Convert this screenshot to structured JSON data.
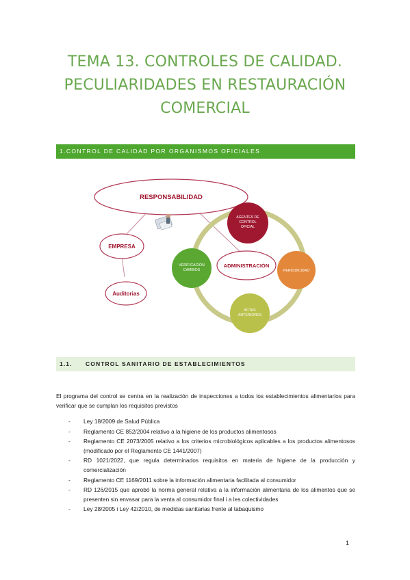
{
  "title": {
    "line1": "TEMA 13. CONTROLES DE CALIDAD.",
    "line2": "PECULIARIDADES EN RESTAURACIÓN",
    "line3": "COMERCIAL"
  },
  "section": {
    "label": "1.CONTROL DE CALIDAD POR ORGANISMOS OFICIALES"
  },
  "diagram": {
    "responsabilidad": "RESPONSABILIDAD",
    "empresa": "EMPRESA",
    "auditorias": "Auditorias",
    "administracion": "ADMINISTRACIÓN",
    "agentes": [
      "AGENTES DE",
      "CONTROL",
      "OFICIAL"
    ],
    "periodicidad": "PERIODICIDAD",
    "actas": [
      "ACTAS",
      "ANTERIORES"
    ],
    "verificacion": [
      "VERIFICACIÓN",
      "CAMBIOS"
    ],
    "colors": {
      "green": "#5aa832",
      "red": "#a01830",
      "orange": "#e3873a",
      "olive": "#b9c14a",
      "ring": "#c9c98a",
      "outline": "#b23a55"
    }
  },
  "subsection": {
    "number": "1.1.",
    "label": "CONTROL SANITARIO DE ESTABLECIMIENTOS"
  },
  "intro": "El programa del control se centra en la realización de inspecciones a todos los establecimientos alimentarios para verificar que se cumplan los requisitos previstos",
  "items": [
    "Ley 18/2009 de Salud Pública",
    "Reglamento CE 852/2004 relativo a la higiene de los productos alimentosos",
    "Reglamento CE 2073/2005 relativo a los criterios microbiológicos aplicables a los productos alimentosos (modificado por el Reglamento CE 1441/2007)",
    "RD 1021/2022, que regula determinados requisitos en materia de higiene de la producción y comercialización",
    "Reglamento CE 1169/2011 sobre la información alimentaria facilitada al consumidor",
    "RD 126/2015 que aprobó la norma general relativa a la información alimentaria de los alimentos que se presenten sin envasar para la venta al consumidor final i a les colectividades",
    "Ley 28/2005 i Ley 42/2010, de medidas sanitarias frente al tabaquismo"
  ],
  "dash": "-",
  "page_number": "1"
}
